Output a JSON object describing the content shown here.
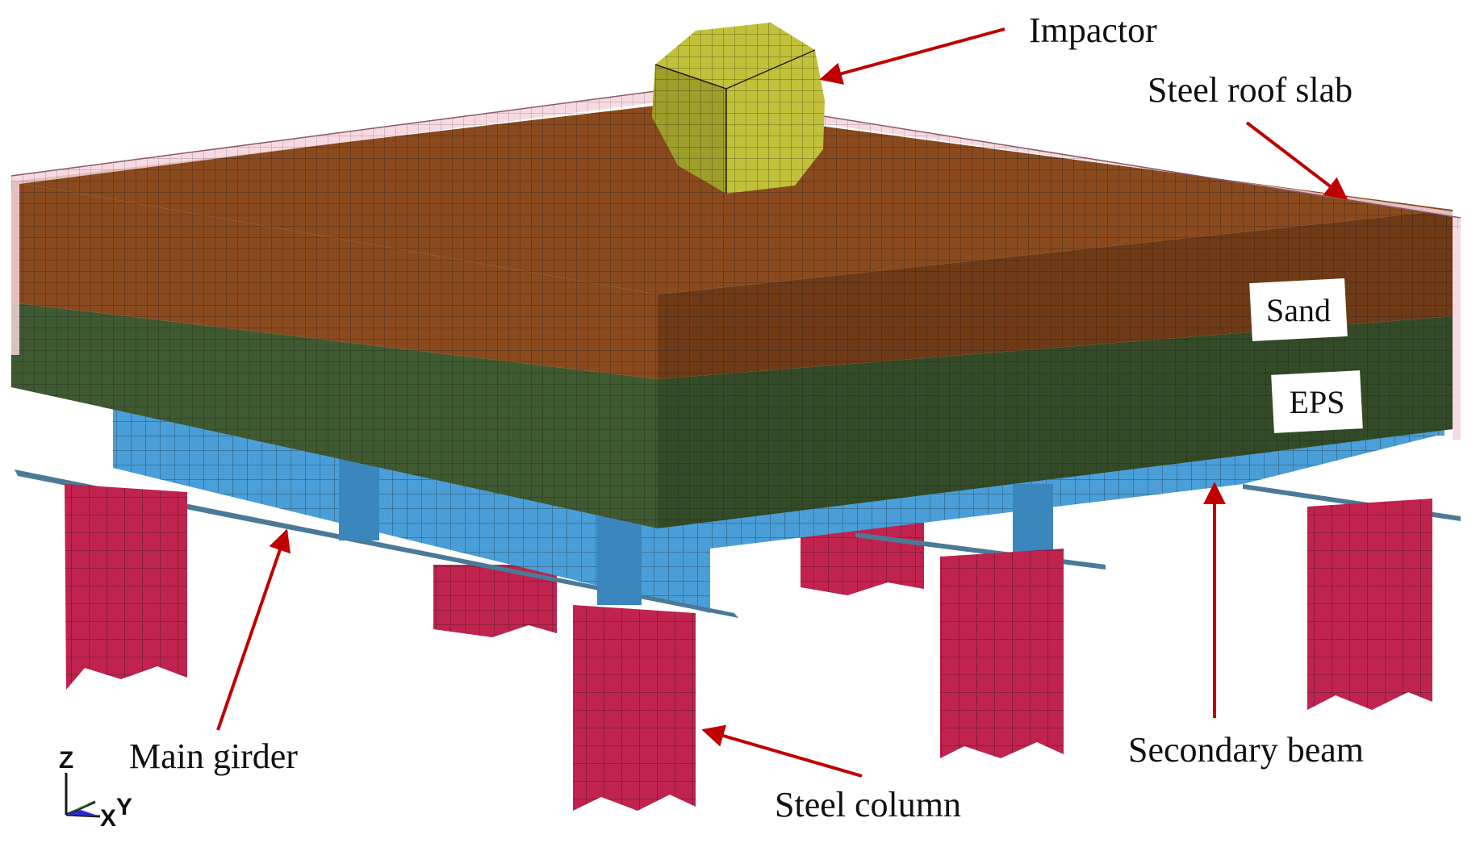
{
  "labels": {
    "impactor": "Impactor",
    "steel_roof_slab": "Steel roof slab",
    "sand": "Sand",
    "eps": "EPS",
    "main_girder": "Main girder",
    "steel_column": "Steel column",
    "secondary_beam": "Secondary beam"
  },
  "triad": {
    "z": "Z",
    "y": "Y",
    "x": "X"
  },
  "colors": {
    "sand": "#8a4a1e",
    "sand_dark": "#6f3a16",
    "eps": "#3f5a30",
    "eps_dark": "#334a27",
    "beam": "#4a9fd8",
    "beam_dark": "#3a86bd",
    "column": "#c0234e",
    "column_dark": "#9f1b40",
    "impactor": "#c2c23a",
    "impactor_dark": "#9e9e2a",
    "roof_slab": "#f6d4dc",
    "arrow": "#c00000",
    "mesh": "#1a1a1a"
  },
  "icons": {
    "triad": "xyz-axis-triad-icon"
  }
}
